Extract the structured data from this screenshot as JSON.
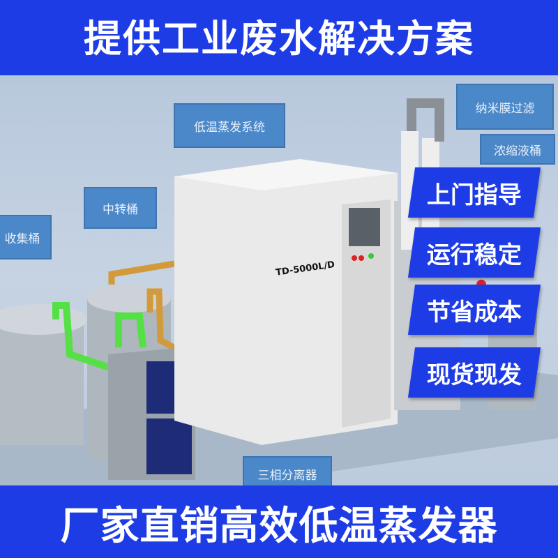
{
  "header": {
    "title": "提供工业废水解决方案"
  },
  "footer": {
    "title": "厂家直销高效低温蒸发器"
  },
  "callouts": {
    "evaporation": "低温蒸发系统",
    "nano_filter": "纳米膜过滤",
    "transfer_tank": "中转桶",
    "collection_tank": "收集桶",
    "concentrate_tank": "浓缩液桶",
    "separator": "三相分离器"
  },
  "machine": {
    "model": "TD-5000L/D"
  },
  "badges": [
    "上门指导",
    "运行稳定",
    "节省成本",
    "现货现发"
  ],
  "colors": {
    "brand_blue": "#1d3ce6",
    "callout_blue": "#4a88c9"
  }
}
